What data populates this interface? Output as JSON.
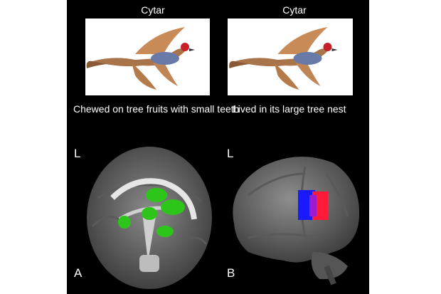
{
  "figure": {
    "stimuli": [
      {
        "title": "Cytar",
        "caption": "Chewed on tree fruits with small teeth"
      },
      {
        "title": "Cytar",
        "caption": "Lived in its large tree nest"
      }
    ],
    "brain_panels": [
      {
        "hemisphere_label": "L",
        "panel_label": "A",
        "view": "axial",
        "activation_color": "#2ec51a"
      },
      {
        "hemisphere_label": "L",
        "panel_label": "B",
        "view": "lateral-left",
        "activation_colors": [
          "#1a1aff",
          "#ff1a3a"
        ]
      }
    ],
    "illustration": "winged-creature-illustration"
  },
  "colors": {
    "background": "#000000",
    "text": "#ffffff"
  }
}
